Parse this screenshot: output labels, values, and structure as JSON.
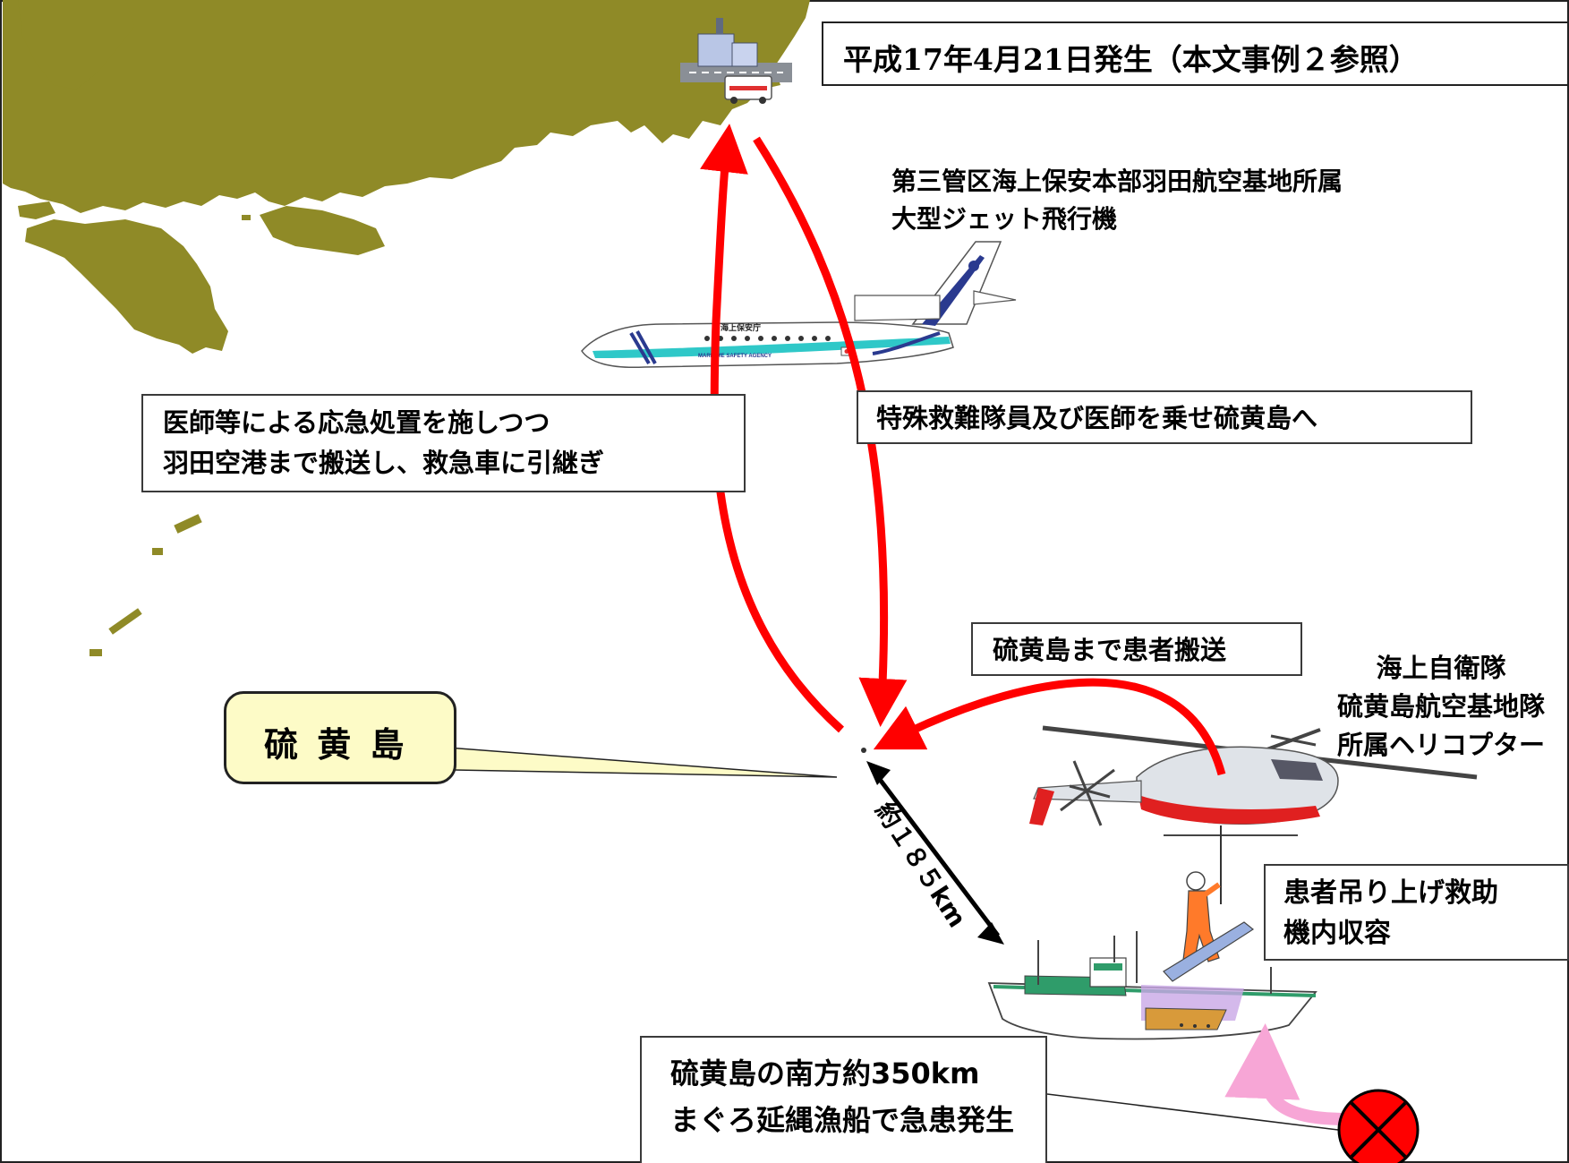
{
  "header": {
    "incident_date": "平成17年4月21日発生（本文事例２参照）"
  },
  "aircraft_label": {
    "line1": "第三管区海上保安本部羽田航空基地所属",
    "line2": "大型ジェット飛行機"
  },
  "aircraft_markings": {
    "agency": "海上保安庁",
    "agency_en": "MARITIME SAFETY AGENCY"
  },
  "return_route_box": {
    "line1": "医師等による応急処置を施しつつ",
    "line2": "羽田空港まで搬送し、救急車に引継ぎ"
  },
  "outbound_route_box": {
    "text": "特殊救難隊員及び医師を乗せ硫黄島へ"
  },
  "heli_route_box": {
    "text": "硫黄島まで患者搬送"
  },
  "helicopter_label": {
    "line1": "海上自衛隊",
    "line2": "硫黄島航空基地隊",
    "line3": "所属ヘリコプター"
  },
  "island_callout": {
    "text": "硫 黄 島"
  },
  "distance_label": {
    "text": "約１８５km"
  },
  "hoist_box": {
    "line1": "患者吊り上げ救助",
    "line2": "機内収容"
  },
  "incident_box": {
    "line1": "硫黄島の南方約350km",
    "line2": "まぐろ延縄漁船で急患発生"
  },
  "colors": {
    "land": "#8f8a27",
    "route_arrow": "#ff0000",
    "incident_arrow": "#f7a6d6",
    "callout_fill": "#fdfbc7",
    "incident_marker": "#ff0000"
  }
}
